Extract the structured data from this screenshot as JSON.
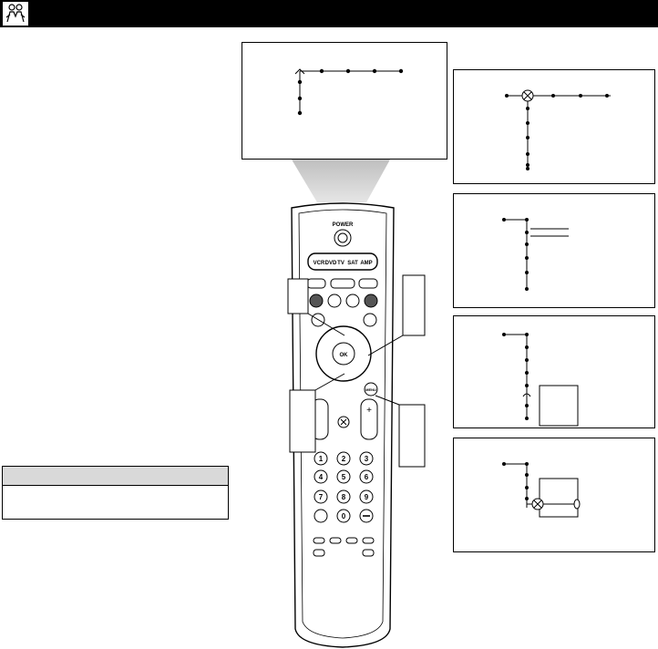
{
  "remote": {
    "power_label": "POWER",
    "modes": [
      "VCR",
      "DVD",
      "TV",
      "SAT",
      "AMP"
    ],
    "ok_label": "OK",
    "menu_label": "MENU",
    "plus_label": "+",
    "digits": [
      "1",
      "2",
      "3",
      "4",
      "5",
      "6",
      "7",
      "8",
      "9",
      "0"
    ]
  }
}
